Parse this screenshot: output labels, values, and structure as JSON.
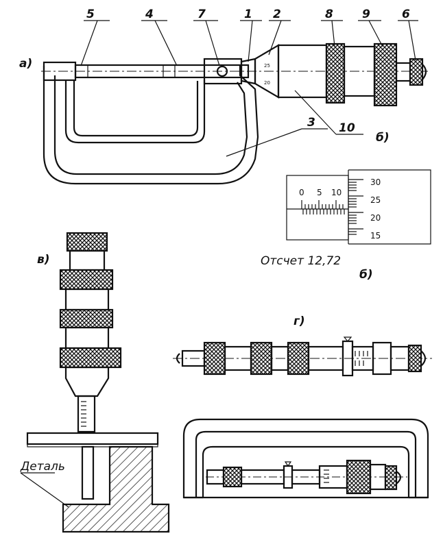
{
  "main_view": {
    "panel_label": "а)",
    "callouts": [
      "5",
      "4",
      "7",
      "1",
      "2",
      "8",
      "9",
      "6",
      "3",
      "10"
    ],
    "sleeve_digits": [
      "20",
      "25"
    ]
  },
  "scale_view": {
    "panel_label_top": "б)",
    "sleeve_numbers": [
      "0",
      "5",
      "10"
    ],
    "thimble_numbers": [
      "30",
      "25",
      "20",
      "15"
    ],
    "reading_caption": "Отсчет 12,72",
    "panel_label_bottom": "б)"
  },
  "depth_view": {
    "panel_label": "в)",
    "part_label": "Деталь"
  },
  "inside_view": {
    "panel_label": "г)"
  }
}
